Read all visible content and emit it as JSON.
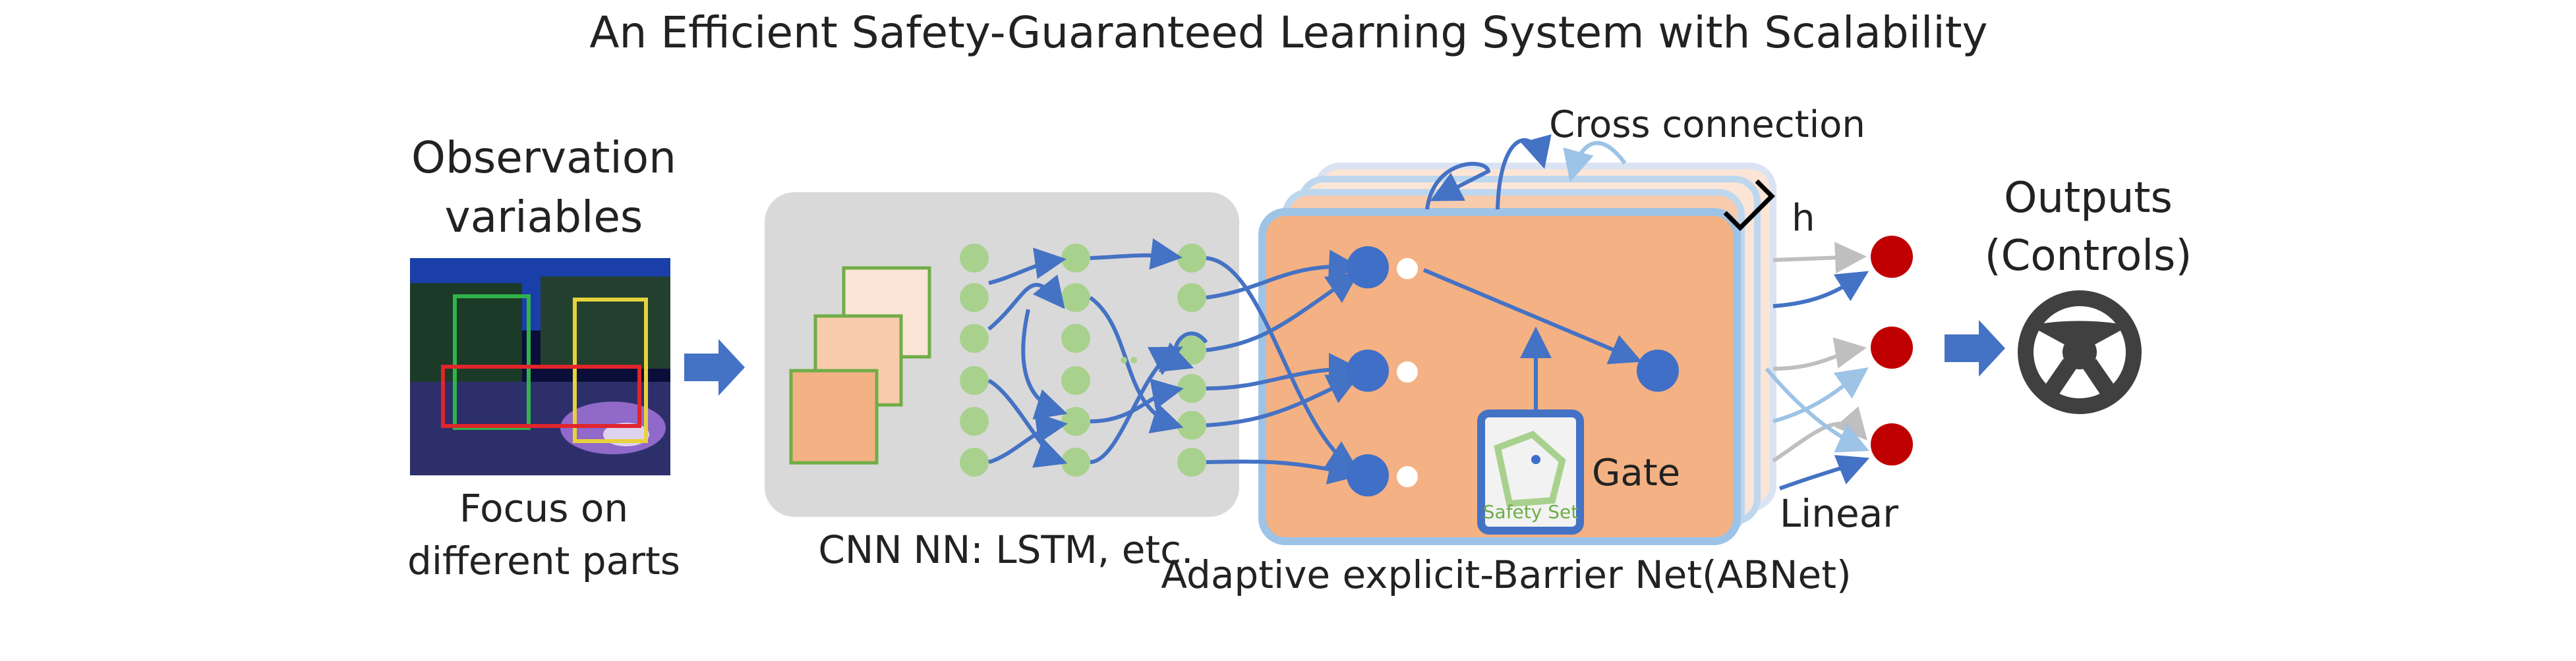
{
  "title": "An Efficient Safety-Guaranteed Learning System with Scalability",
  "input": {
    "heading_line1": "Observation",
    "heading_line2": "variables",
    "caption_line1": "Focus on",
    "caption_line2": "different parts"
  },
  "stages": {
    "cnn_label": "CNN",
    "nn_label": "NN: LSTM, etc."
  },
  "abnet": {
    "cross_connection_label": "Cross connection",
    "h_label": "h",
    "gate_label": "Gate",
    "safety_set_label": "Safety Set",
    "name": "Adaptive explicit-Barrier Net(ABNet)"
  },
  "linear_label": "Linear",
  "outputs": {
    "heading_line1": "Outputs",
    "heading_line2": "(Controls)"
  },
  "colors": {
    "arrow_blue": "#4472c4",
    "node_blue": "#3f6fc7",
    "node_red": "#c00000",
    "node_green": "#a9d18e",
    "abnet_fill": "#f4b183",
    "abnet_border": "#9dc3e6",
    "gray_panel": "#d9d9d9"
  }
}
